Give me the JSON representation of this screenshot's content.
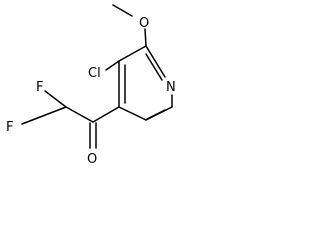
{
  "molecule": {
    "atoms": {
      "O_methoxy": "O",
      "Cl": "Cl",
      "N": "N",
      "F_top": "F",
      "F_bottom": "F",
      "O_carbonyl": "O"
    },
    "colors": {
      "bond": "#000000",
      "label": "#000000",
      "background": "#ffffff"
    }
  }
}
